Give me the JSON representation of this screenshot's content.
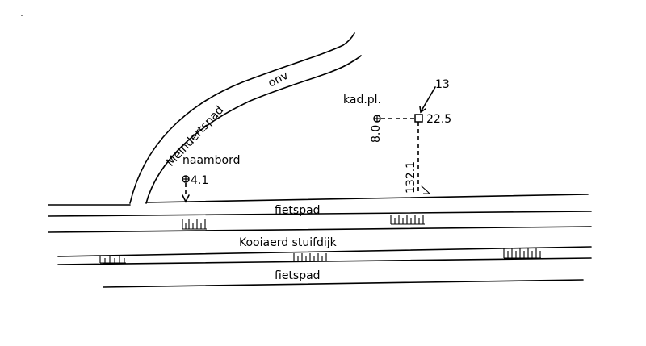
{
  "labels": {
    "path_name": "Meindertspad",
    "onv": "onv",
    "kad_pl": "kad.pl.",
    "point_13": "13",
    "dist_22_5": "22.5",
    "dist_8_0": "8.0",
    "dist_132_1": "132.1",
    "naambord": "naambord",
    "dist_4_1": "4.1",
    "fietspad_top": "fietspad",
    "road_name": "Kooiaerd stuifdijk",
    "fietspad_bottom": "fietspad"
  }
}
